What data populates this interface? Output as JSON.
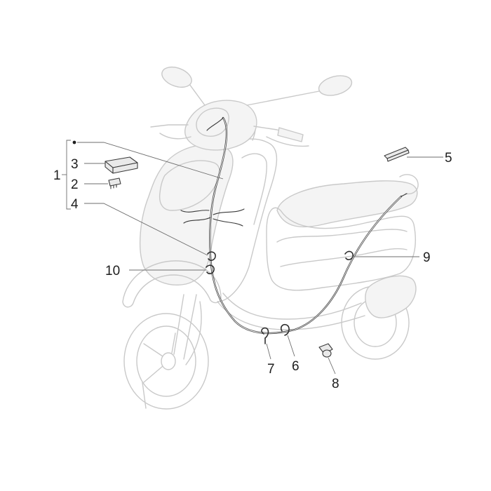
{
  "callouts": {
    "c1": "1",
    "c2": "2",
    "c3": "3",
    "c4": "4",
    "c5": "5",
    "c6": "6",
    "c7": "7",
    "c8": "8",
    "c9": "9",
    "c10": "10"
  },
  "kit_marker": "•"
}
